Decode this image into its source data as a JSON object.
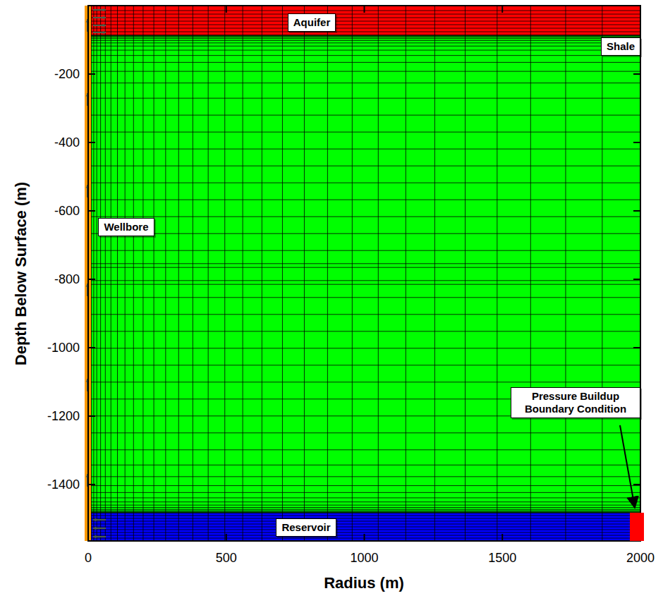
{
  "diagram": {
    "nodes": [
      {
        "text": [
          "Aquifer"
        ]
      },
      {
        "text": [
          "Shale"
        ]
      },
      {
        "text": [
          "Wellbore"
        ]
      },
      {
        "text": [
          "Pressure Buildup Boundary Condition"
        ]
      },
      {
        "text": [
          "Reservoir"
        ]
      }
    ],
    "labels": [
      "-200",
      "-400",
      "-600",
      "-800",
      "-1000",
      "-1200",
      "-1400",
      "0",
      "500",
      "1000",
      "1500",
      "2000",
      "Depth Below Surface (m)",
      "Radius (m)"
    ]
  }
}
